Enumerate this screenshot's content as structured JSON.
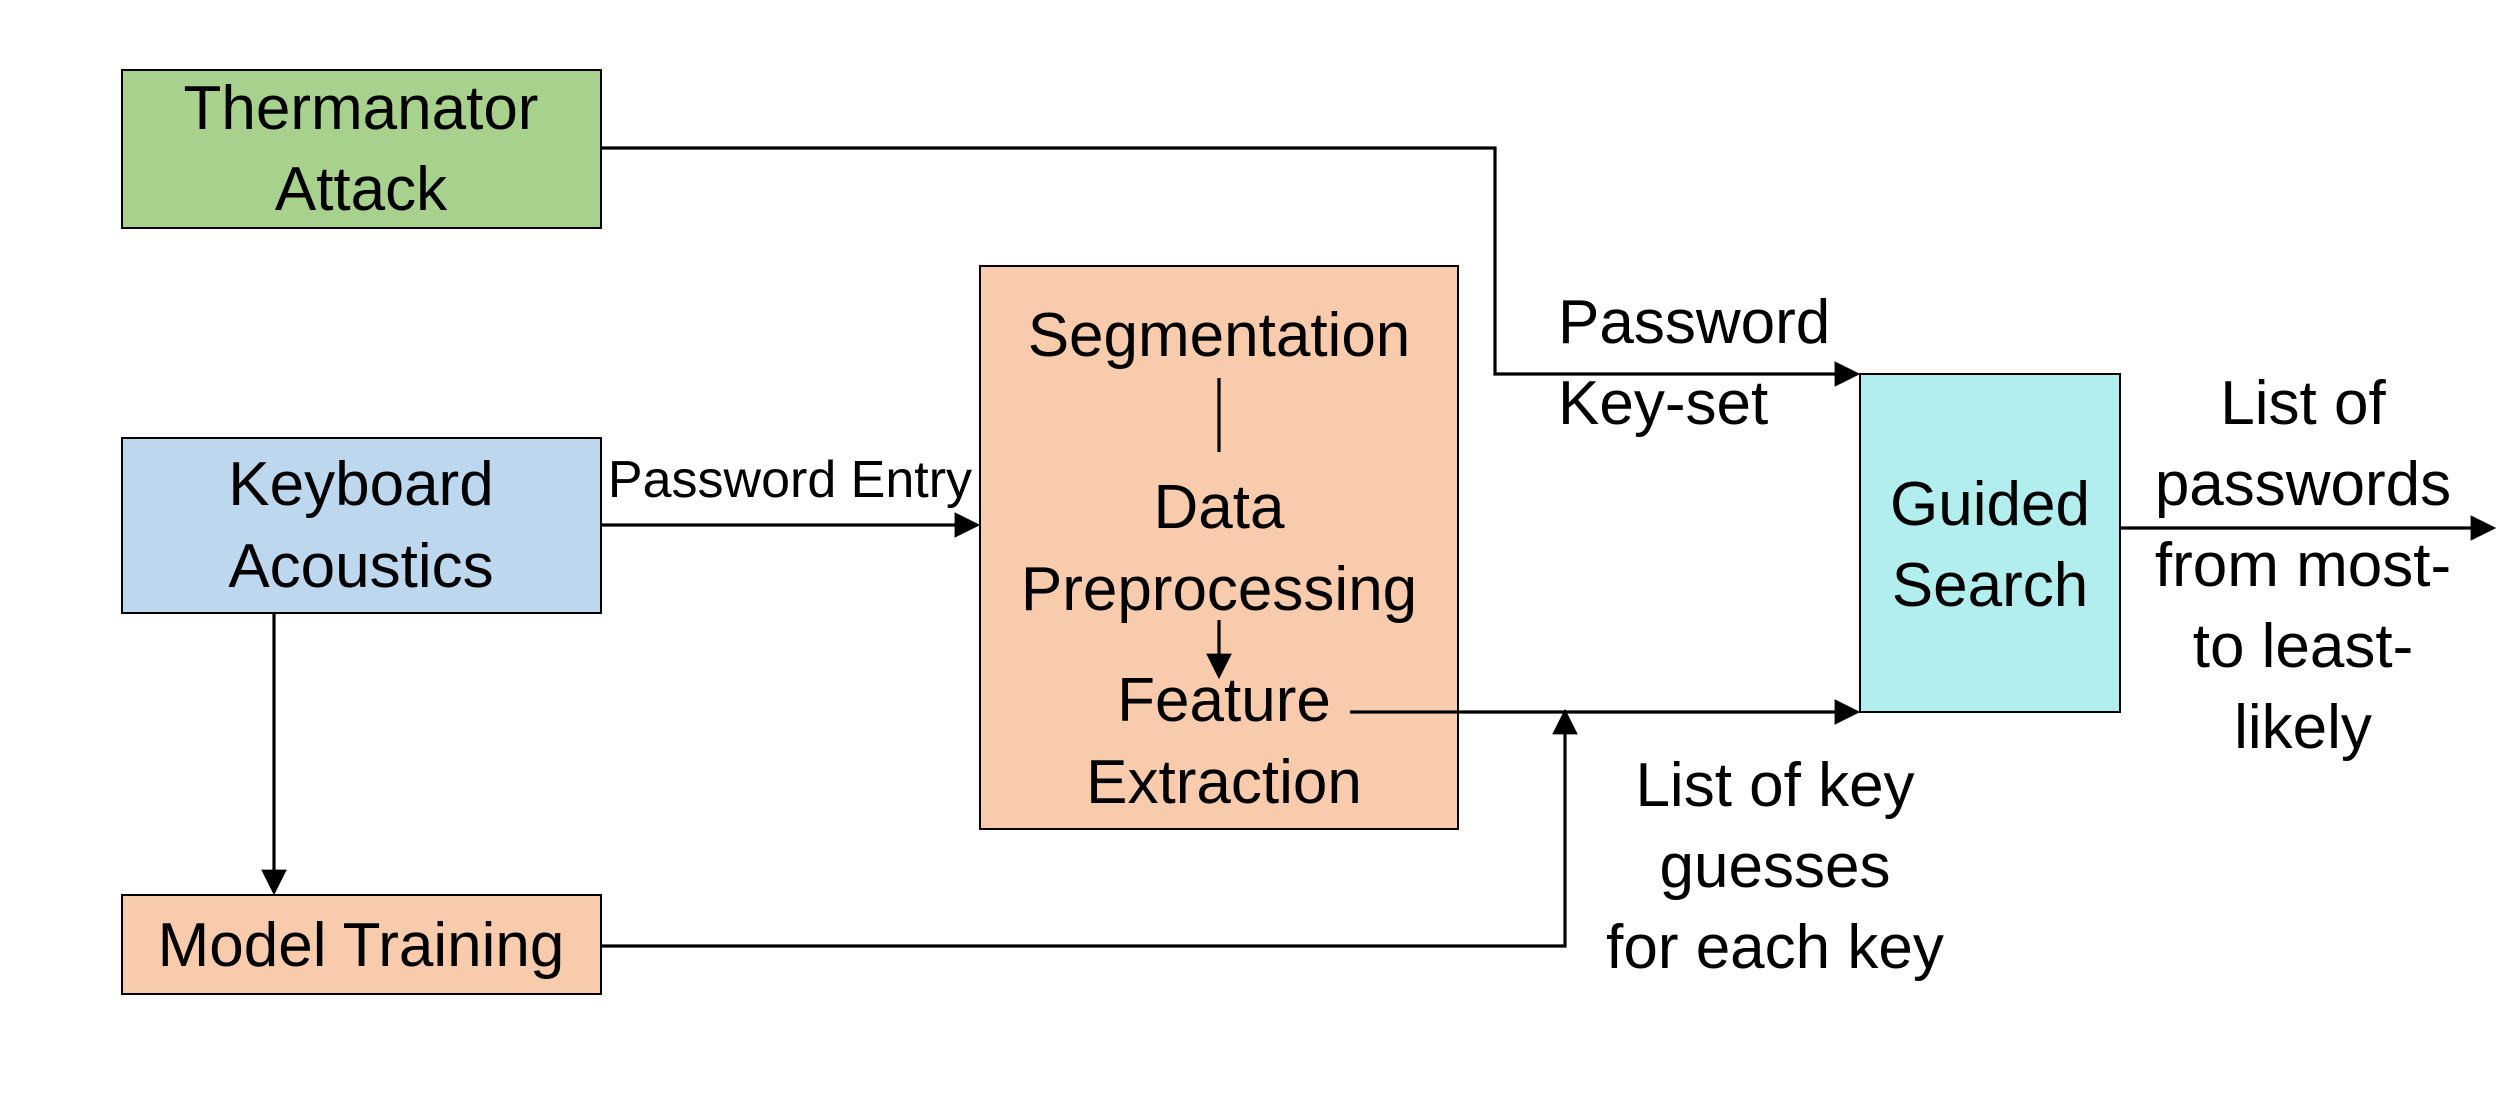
{
  "diagram": {
    "nodes": {
      "thermanator": {
        "line1": "Thermanator",
        "line2": "Attack",
        "color": "#a9d18e"
      },
      "keyboard": {
        "line1": "Keyboard",
        "line2": "Acoustics",
        "color": "#bdd7ee"
      },
      "model_training": {
        "label": "Model Training",
        "color": "#f8cbad"
      },
      "processing": {
        "color": "#f8cbad",
        "segmentation": "Segmentation",
        "data_line1": "Data",
        "data_line2": "Preprocessing",
        "feature_line1": "Feature",
        "feature_line2": "Extraction"
      },
      "guided_search": {
        "line1": "Guided",
        "line2": "Search",
        "color": "#b2eeee"
      }
    },
    "edge_labels": {
      "password_entry": "Password Entry",
      "password_keyset_line1": "Password",
      "password_keyset_line2": "Key-set",
      "key_guesses": [
        "List of key",
        "guesses",
        "for each key"
      ],
      "output": [
        "List of",
        "passwords",
        "from most-",
        "to least-",
        "likely"
      ]
    }
  }
}
